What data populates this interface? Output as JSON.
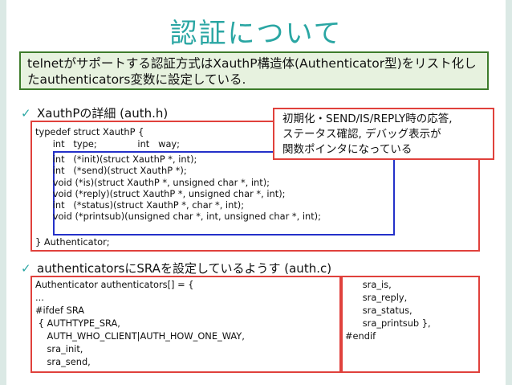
{
  "title": "認証について",
  "summary": "telnetがサポートする認証方式はXauthP構造体(Authenticator型)をリスト化したauthenticators変数に設定している.",
  "bullet1": "XauthPの詳細 (auth.h)",
  "bullet2": "authenticatorsにSRAを設定しているようす (auth.c)",
  "callout_lines": [
    "初期化・SEND/IS/REPLY時の応答,",
    "ステータス確認, デバッグ表示が",
    "関数ポインタになっている"
  ],
  "code1": {
    "head": "typedef struct XauthP {",
    "row1": "      int   type;              int   way;",
    "blue_lines": [
      "      int   (*init)(struct XauthP *, int);",
      "      int   (*send)(struct XauthP *);",
      "      void (*is)(struct XauthP *, unsigned char *, int);",
      "      void (*reply)(struct XauthP *, unsigned char *, int);",
      "      int   (*status)(struct XauthP *, char *, int);",
      "      void (*printsub)(unsigned char *, int, unsigned char *, int);"
    ],
    "tail": "} Authenticator;"
  },
  "code2_left": [
    "Authenticator authenticators[] = {",
    "...",
    "#ifdef SRA",
    " { AUTHTYPE_SRA,",
    "    AUTH_WHO_CLIENT|AUTH_HOW_ONE_WAY,",
    "    sra_init,",
    "    sra_send,"
  ],
  "code2_right": [
    "      sra_is,",
    "      sra_reply,",
    "      sra_status,",
    "      sra_printsub },",
    "#endif"
  ],
  "colors": {
    "accent": "#2aa6a3",
    "red": "#e0413c",
    "blue": "#2431c9",
    "green_border": "#3d7c2b",
    "green_fill": "#e7f2df"
  },
  "icons": {
    "bullet": "check-icon"
  }
}
